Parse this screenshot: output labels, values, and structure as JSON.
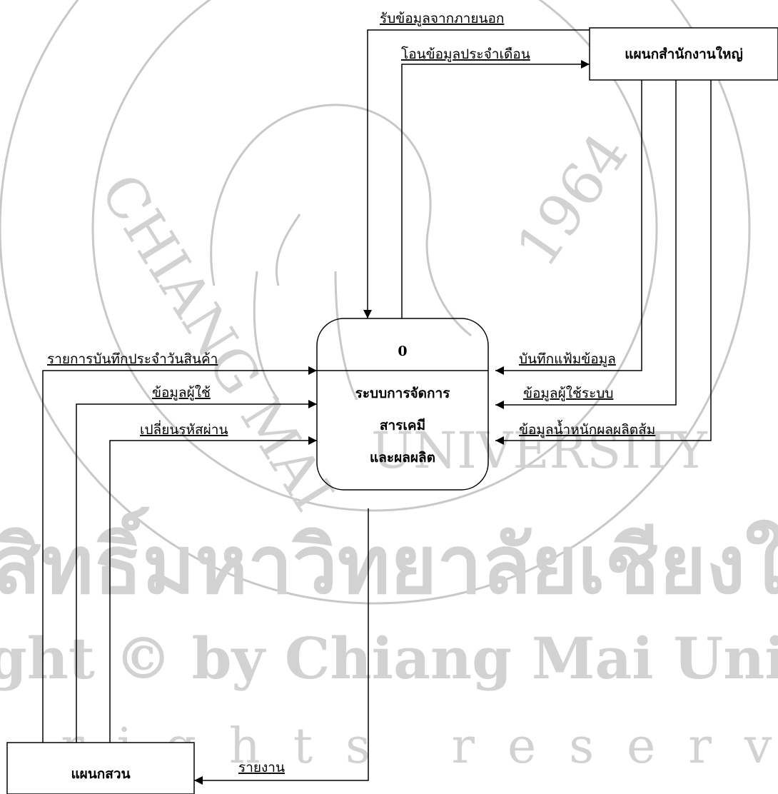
{
  "process": {
    "number": "0",
    "name_line1": "ระบบการจัดการ",
    "name_line2": "สารเคมี",
    "name_line3": "และผลผลิต"
  },
  "entities": {
    "head_office": "แผนกสำนักงานใหญ่",
    "garden": "แผนกสวน"
  },
  "flows": {
    "external_data": "รับข้อมูลจากภายนอก",
    "monthly_transfer": "โอนข้อมูลประจำเดือน",
    "daily_record": "รายการบันทึกประจำวันสินค้า",
    "user_data": "ข้อมูลผู้ใช้",
    "change_password": "เปลี่ยนรหัสผ่าน",
    "save_file": "บันทึกแฟ้มข้อมูล",
    "system_user_data": "ข้อมูลผู้ใช้ระบบ",
    "orange_weight": "ข้อมูลน้ำหนักผลผลิตส้ม",
    "report": "รายงาน"
  },
  "watermark": {
    "line1": "ลิขสิทธิ์มหาวิทยาลัยเชียงใหม่",
    "line2": "Copyright © by Chiang Mai University",
    "line3": "All rights reserved",
    "year": "1964",
    "arc_left": "CHIANG MAI",
    "arc_right": "UNIVERSITY"
  }
}
